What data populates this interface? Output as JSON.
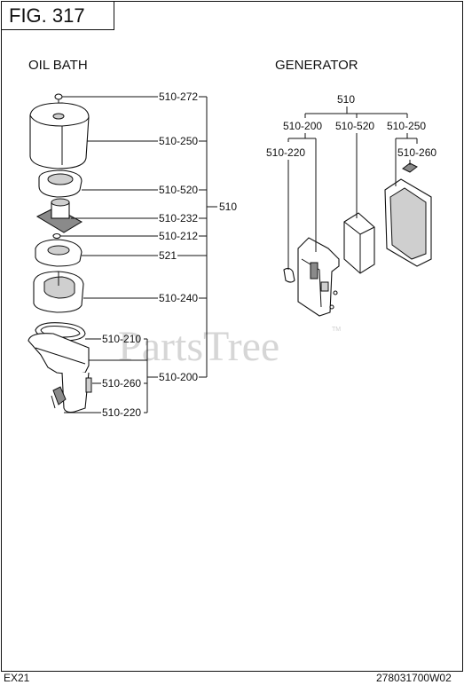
{
  "figure": {
    "label": "FIG. 317"
  },
  "sections": {
    "oil_bath": "OIL BATH",
    "generator": "GENERATOR"
  },
  "oil_bath_callouts": {
    "p510_272": "510-272",
    "p510_250": "510-250",
    "p510_520": "510-520",
    "p510_232": "510-232",
    "p510_212": "510-212",
    "p521": "521",
    "p510_240": "510-240",
    "p510_210": "510-210",
    "p510_260": "510-260",
    "p510_220": "510-220",
    "p510_200": "510-200",
    "p510": "510"
  },
  "generator_callouts": {
    "p510": "510",
    "p510_200": "510-200",
    "p510_520": "510-520",
    "p510_250": "510-250",
    "p510_220": "510-220",
    "p510_260": "510-260"
  },
  "watermark": {
    "text": "PartsTree",
    "tm": "TM"
  },
  "footer": {
    "model": "EX21",
    "code": "278031700W02"
  }
}
